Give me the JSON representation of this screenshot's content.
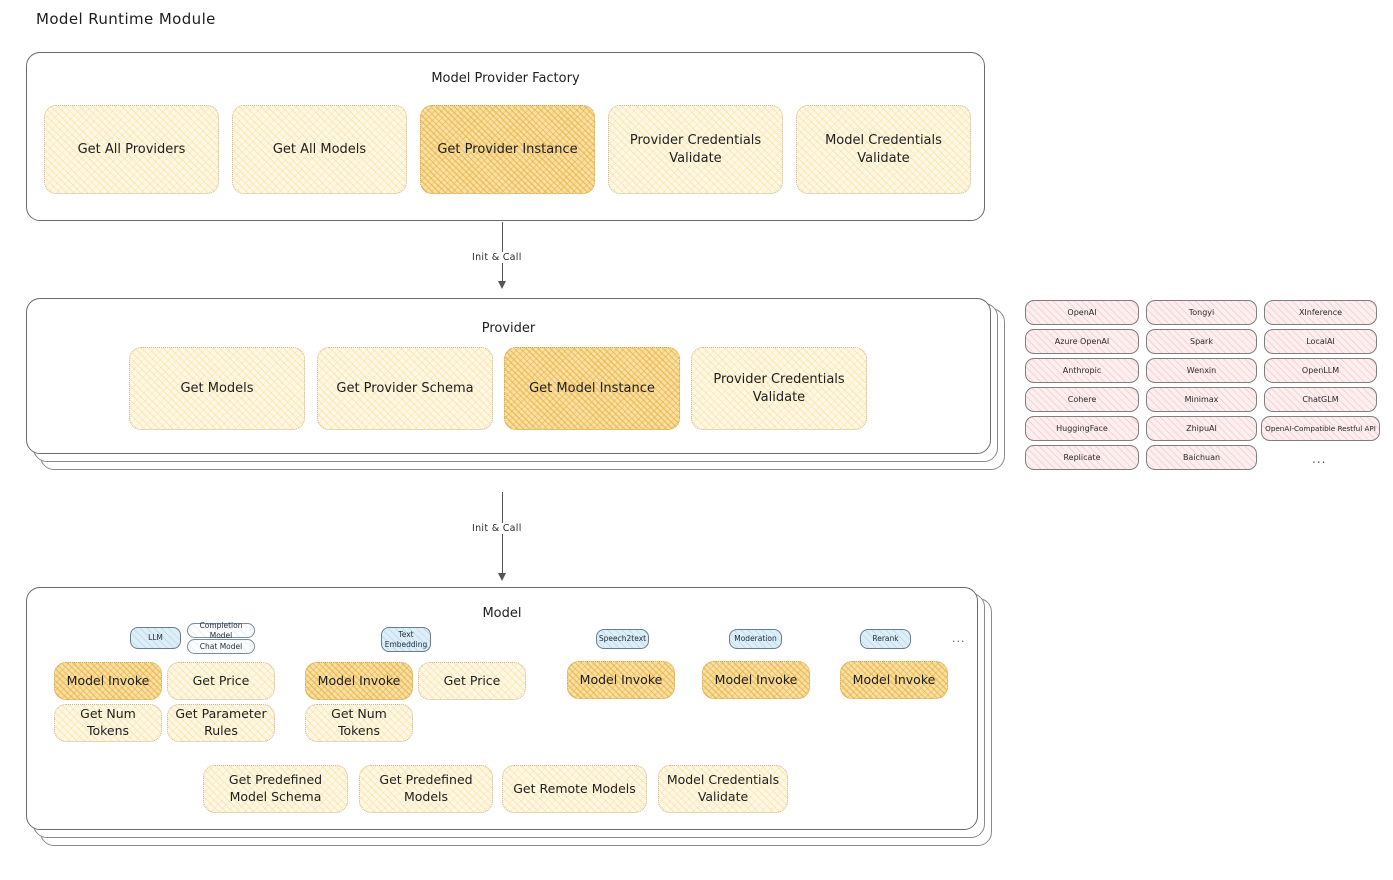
{
  "page": {
    "title": "Model Runtime Module"
  },
  "factory": {
    "title": "Model Provider Factory",
    "cards": [
      {
        "label": "Get All Providers",
        "style": "cream"
      },
      {
        "label": "Get All Models",
        "style": "cream"
      },
      {
        "label": "Get Provider Instance",
        "style": "amber"
      },
      {
        "label": "Provider Credentials Validate",
        "style": "cream"
      },
      {
        "label": "Model Credentials Validate",
        "style": "cream"
      }
    ]
  },
  "arrow_top": {
    "label": "Init & Call"
  },
  "provider": {
    "title": "Provider",
    "cards": [
      {
        "label": "Get Models",
        "style": "cream"
      },
      {
        "label": "Get Provider Schema",
        "style": "cream"
      },
      {
        "label": "Get Model Instance",
        "style": "amber"
      },
      {
        "label": "Provider Credentials Validate",
        "style": "cream"
      }
    ]
  },
  "arrow_bottom": {
    "label": "Init & Call"
  },
  "provider_list": {
    "columns": [
      {
        "items": [
          "OpenAI",
          "Azure OpenAI",
          "Anthropic",
          "Cohere",
          "HuggingFace",
          "Replicate"
        ]
      },
      {
        "items": [
          "Tongyi",
          "Spark",
          "Wenxin",
          "Minimax",
          "ZhipuAI",
          "Baichuan"
        ]
      },
      {
        "items": [
          "XInference",
          "LocalAI",
          "OpenLLM",
          "ChatGLM",
          "OpenAI-Compatible Restful API"
        ]
      }
    ],
    "more": "..."
  },
  "model": {
    "title": "Model",
    "more": "...",
    "types": [
      {
        "badge": "LLM",
        "sub_badges": [
          "Completion Model",
          "Chat Model"
        ],
        "methods": [
          "Model Invoke",
          "Get Price",
          "Get Num Tokens",
          "Get Parameter Rules"
        ]
      },
      {
        "badge": "Text Embedding",
        "sub_badges": [],
        "methods": [
          "Model Invoke",
          "Get Price",
          "Get Num Tokens"
        ]
      },
      {
        "badge": "Speech2text",
        "sub_badges": [],
        "methods": [
          "Model Invoke"
        ]
      },
      {
        "badge": "Moderation",
        "sub_badges": [],
        "methods": [
          "Model Invoke"
        ]
      },
      {
        "badge": "Rerank",
        "sub_badges": [],
        "methods": [
          "Model Invoke"
        ]
      }
    ],
    "shared_methods": [
      "Get Predefined Model Schema",
      "Get Predefined Models",
      "Get Remote Models",
      "Model Credentials Validate"
    ]
  },
  "colors": {
    "card_cream": "#fdf7e3",
    "card_amber": "#f8dfa6",
    "chip_pink": "#fdeff0",
    "badge_blue": "#ddeef8",
    "stroke": "#6b6b6b",
    "text": "#1e1e1e"
  }
}
